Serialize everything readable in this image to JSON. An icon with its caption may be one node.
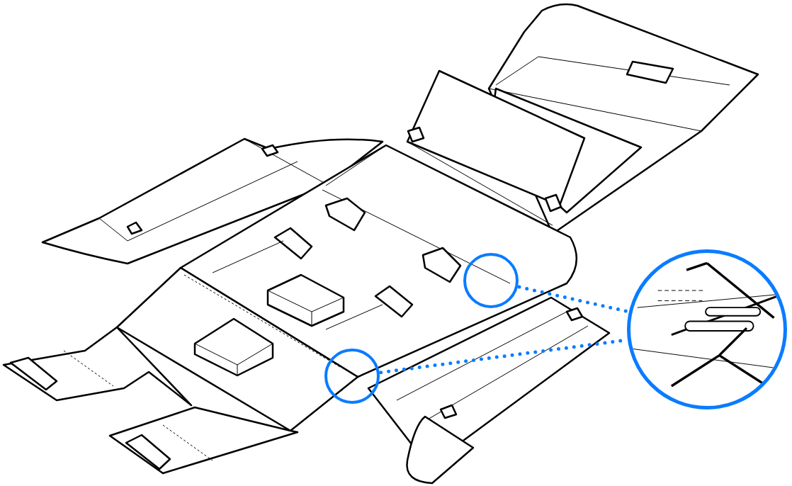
{
  "diagram": {
    "nodes": [
      {
        "text": [],
        "shape": "circle"
      },
      {
        "text": [],
        "shape": "circle"
      },
      {
        "text": [],
        "shape": "picture"
      }
    ],
    "edges": [
      {
        "from": 0,
        "to": 2,
        "arrow": "none",
        "style": "dashed"
      },
      {
        "from": 1,
        "to": 2,
        "arrow": "none",
        "style": "dashed"
      }
    ]
  }
}
